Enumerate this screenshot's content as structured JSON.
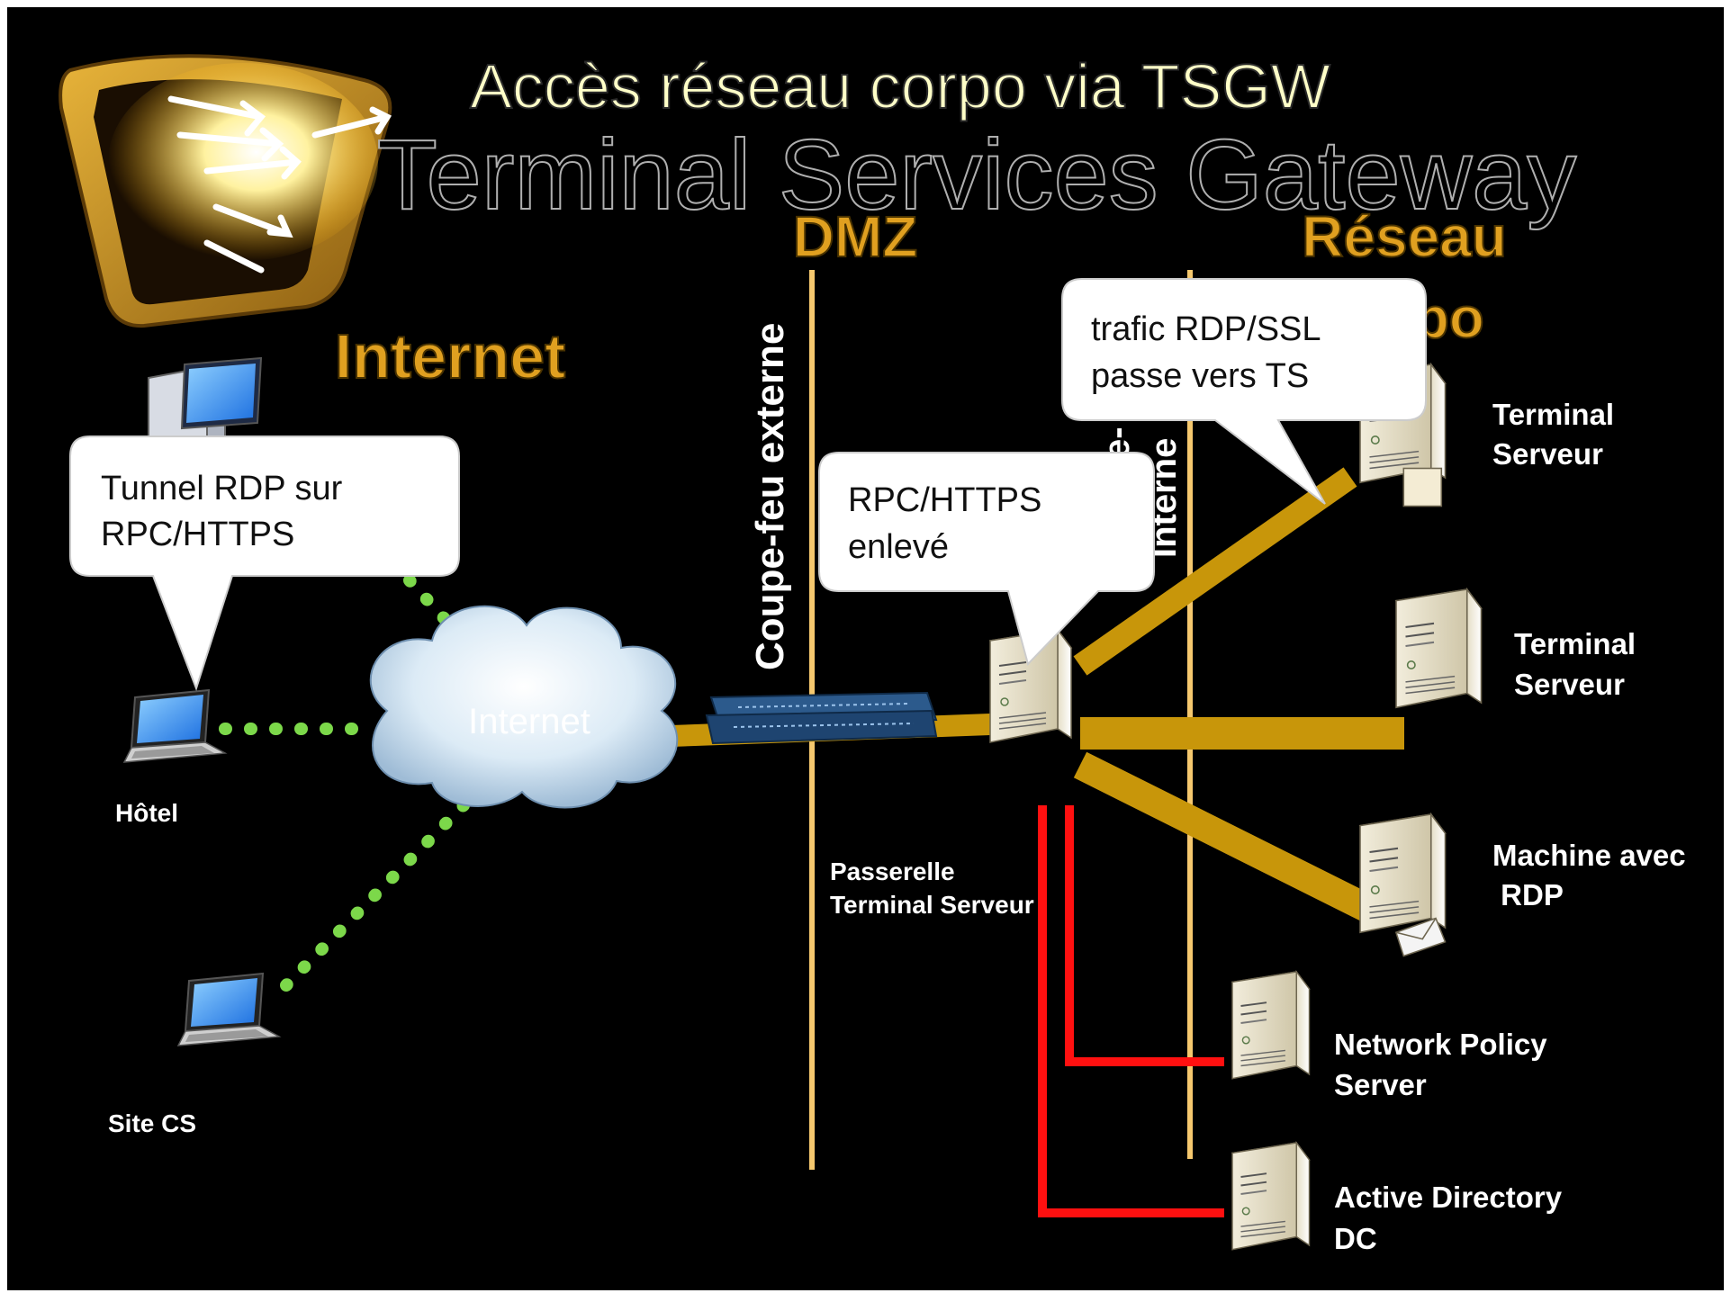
{
  "slide": {
    "title": "Accès réseau corpo via TSGW",
    "subtitle": "Terminal Services Gateway",
    "zones": {
      "internet": "Internet",
      "dmz": "DMZ",
      "corp_line1": "Réseau",
      "corp_line2": "corpo"
    },
    "firewalls": {
      "external": "Coupe-feu externe",
      "internal_visible": "Interne",
      "internal_fragment": "e-"
    },
    "cloud_label": "Internet",
    "callouts": {
      "tunnel": [
        "Tunnel RDP sur",
        "RPC/HTTPS"
      ],
      "removed": [
        "RPC/HTTPS",
        "enlevé"
      ],
      "traffic": [
        "trafic RDP/SSL",
        "passe vers TS"
      ]
    },
    "clients": {
      "hotel": "Hôtel",
      "site_cs": "Site CS"
    },
    "gateway_label": [
      "Passerelle",
      "Terminal Serveur"
    ],
    "servers": {
      "ts1": [
        "Terminal",
        "Serveur"
      ],
      "ts2": [
        "Terminal",
        "Serveur"
      ],
      "rdp_machine": [
        "Machine avec",
        " RDP"
      ],
      "nps": [
        "Network Policy",
        "Server"
      ],
      "ad": [
        "Active Directory",
        "DC"
      ]
    },
    "colors": {
      "background": "#000000",
      "gold": "#C8960A",
      "title_yellow": "#FFFFC8",
      "zone_gold": "#E0A020",
      "firewall_line": "#F5C86E",
      "green_dots": "#7CD84A",
      "red_link": "#FF1010"
    },
    "icons": [
      "logo-emblem-icon",
      "desktop-pc-icon",
      "laptop-icon",
      "cloud-icon",
      "network-switch-icon",
      "server-tower-icon"
    ]
  }
}
